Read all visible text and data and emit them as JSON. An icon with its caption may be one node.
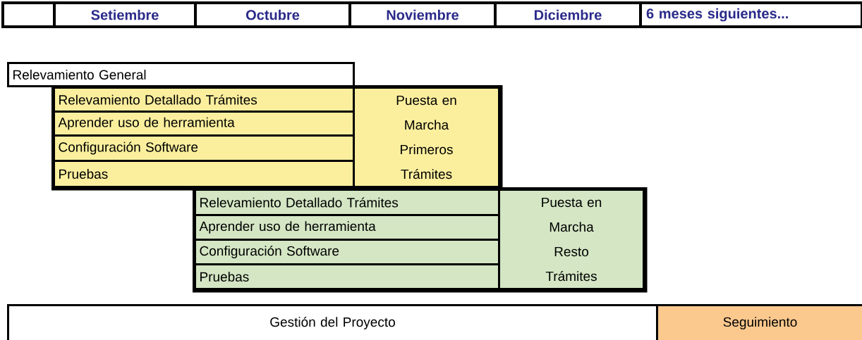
{
  "diagram": {
    "nodes": [
      {
        "text": [],
        "shape": "box"
      },
      {
        "text": [
          "Setiembre"
        ]
      },
      {
        "text": [
          "Octubre"
        ]
      },
      {
        "text": [
          "Noviembre"
        ]
      },
      {
        "text": [
          "Diciembre"
        ]
      },
      {
        "text": [
          "6 meses siguientes..."
        ]
      },
      {
        "text": [
          "Relevamiento General"
        ]
      },
      {
        "text": [],
        "shape": "box"
      },
      {
        "text": [
          "Relevamiento Detallado Trámites"
        ],
        "in": 7
      },
      {
        "text": [
          "Aprender uso de herramienta"
        ],
        "in": 7
      },
      {
        "text": [
          "Configuración Software"
        ],
        "in": 7
      },
      {
        "text": [
          "Pruebas"
        ],
        "in": 7
      },
      {
        "text": [
          "Puesta en Marcha Primeros Trámites"
        ],
        "in": 7
      },
      {
        "text": [],
        "shape": "box"
      },
      {
        "text": [
          "Relevamiento Detallado Trámites"
        ],
        "in": 13
      },
      {
        "text": [
          "Aprender uso de herramienta"
        ],
        "in": 13
      },
      {
        "text": [
          "Configuración Software"
        ],
        "in": 13
      },
      {
        "text": [
          "Pruebas"
        ],
        "in": 13
      },
      {
        "text": [
          "Puesta en Marcha Resto Trámites"
        ],
        "in": 13
      },
      {
        "text": [
          "Gestión del Proyecto"
        ]
      },
      {
        "text": [
          "Seguimiento"
        ]
      }
    ]
  }
}
